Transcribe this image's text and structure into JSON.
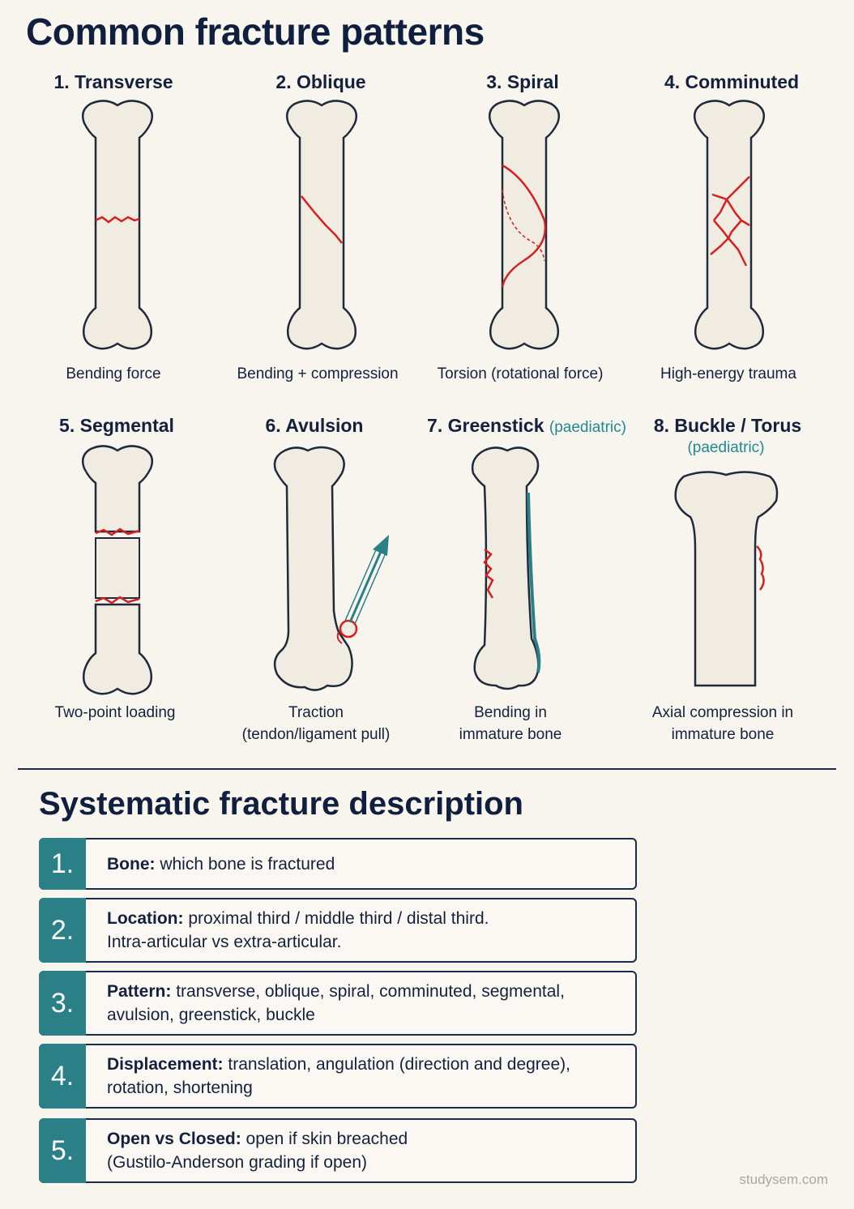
{
  "title": "Common fracture patterns",
  "patterns": [
    {
      "title": "1. Transverse",
      "caption_1": "Bending force",
      "caption_2": ""
    },
    {
      "title": "2. Oblique",
      "caption_1": "Bending + compression",
      "caption_2": ""
    },
    {
      "title": "3. Spiral",
      "caption_1": "Torsion (rotational force)",
      "caption_2": ""
    },
    {
      "title": "4. Comminuted",
      "caption_1": "High-energy trauma",
      "caption_2": ""
    },
    {
      "title": "5. Segmental",
      "caption_1": "Two-point loading",
      "caption_2": ""
    },
    {
      "title": "6. Avulsion",
      "caption_1": "Traction",
      "caption_2": "(tendon/ligament pull)"
    },
    {
      "title": "7. Greenstick",
      "paed": "(paediatric)",
      "caption_1": "Bending in",
      "caption_2": "immature bone"
    },
    {
      "title": "8. Buckle / Torus",
      "paed": "(paediatric)",
      "caption_1": "Axial compression in",
      "caption_2": "immature bone"
    }
  ],
  "description": {
    "title": "Systematic fracture description",
    "items": [
      {
        "num": "1.",
        "label": "Bone:",
        "text": " which bone is fractured",
        "line2": ""
      },
      {
        "num": "2.",
        "label": "Location:",
        "text": " proximal third / middle third / distal third.",
        "line2": "Intra-articular vs extra-articular."
      },
      {
        "num": "3.",
        "label": "Pattern:",
        "text": " transverse, oblique, spiral, comminuted, segmental,",
        "line2": "avulsion, greenstick, buckle"
      },
      {
        "num": "4.",
        "label": "Displacement:",
        "text": " translation, angulation (direction and degree),",
        "line2": "rotation, shortening"
      },
      {
        "num": "5.",
        "label": "Open vs Closed:",
        "text": " open if skin breached",
        "line2": "(Gustilo-Anderson grading if open)"
      }
    ]
  },
  "watermark": "studysem.com",
  "colors": {
    "fracture": "#d42020",
    "accent": "#2b7f86",
    "bone_fill": "#f1ece2",
    "bone_outline": "#1f2a3a"
  }
}
